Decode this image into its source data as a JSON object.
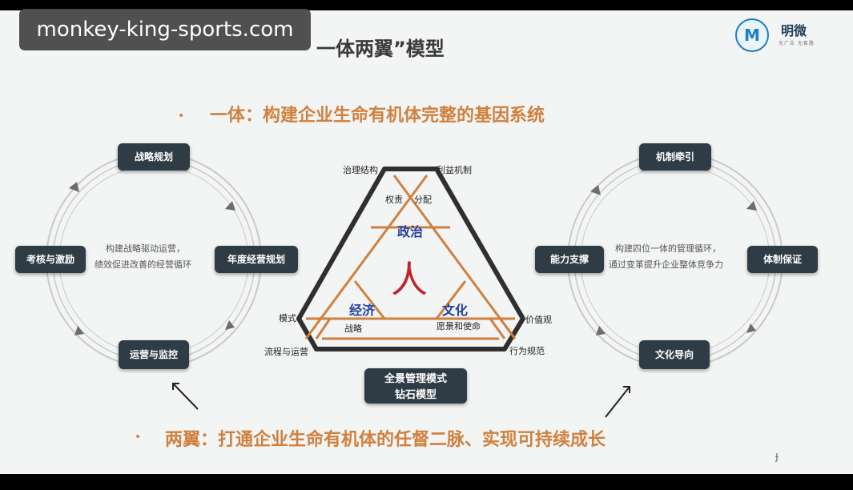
{
  "watermark": "monkey-king-sports.com",
  "title": "一体两翼”模型",
  "logo": {
    "glyph": "M",
    "name": "明微",
    "sub": "无广告 无套路"
  },
  "yiti": "一体：构建企业生命有机体完整的基因系统",
  "liangyi": "两翼：打通企业生命有机体的任督二脉、实现可持续成长",
  "left_cycle": {
    "nodes": [
      "战略规划",
      "年度经营规划",
      "运营与监控",
      "考核与激励"
    ],
    "center": [
      "构建战略驱动运营，",
      "绩效促进改善的经营循环"
    ]
  },
  "right_cycle": {
    "nodes": [
      "机制牵引",
      "体制保证",
      "文化导向",
      "能力支撑"
    ],
    "center": [
      "构建四位一体的管理循环，",
      "通过变革提升企业整体竞争力"
    ]
  },
  "triangle": {
    "center": "人",
    "words": {
      "politics": "政治",
      "economy": "经济",
      "culture": "文化"
    },
    "labels": {
      "governance": "治理结构",
      "interest": "利益机制",
      "rights": "权责",
      "distribution": "分配",
      "mode": "模式",
      "process": "流程与运营",
      "strategy": "战略",
      "vision": "愿景和使命",
      "values": "价值观",
      "norms": "行为规范"
    },
    "caption": [
      "全景管理模式",
      "钻石模型"
    ]
  },
  "colors": {
    "dark_box": "#2f3b45",
    "accent": "#d0803e",
    "orange_line": "#d0803e",
    "blue_text": "#1f3fa0",
    "red": "#c0242a"
  }
}
